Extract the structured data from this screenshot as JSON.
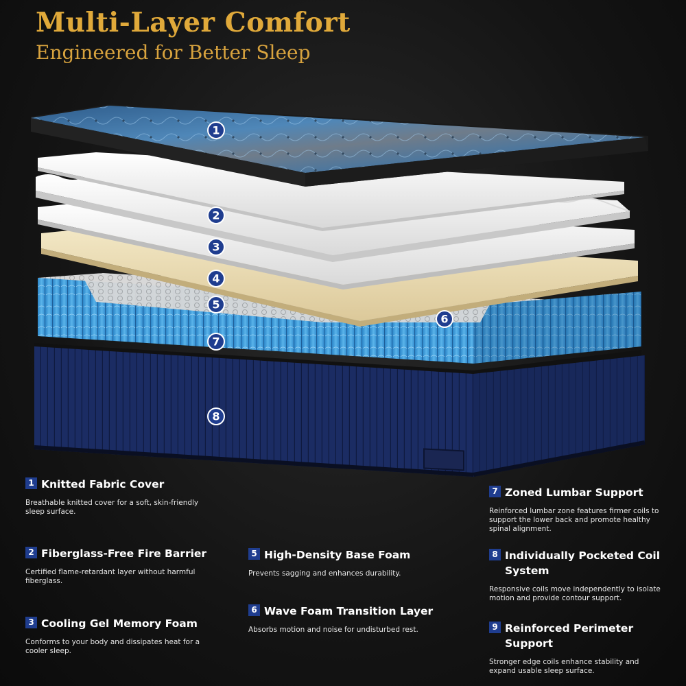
{
  "header": {
    "title": "Multi-Layer Comfort",
    "subtitle": "Engineered for Better Sleep"
  },
  "diagram": {
    "badges": [
      "1",
      "2",
      "3",
      "4",
      "5",
      "6",
      "7",
      "8"
    ],
    "colors": {
      "badge": "#1f3d8f",
      "coil": "#4aa3df",
      "base": "#1b2c63",
      "latex": "#eadcb5",
      "cover": "#3f6e9a"
    }
  },
  "features": [
    {
      "num": "1",
      "title": "Knitted Fabric Cover",
      "desc": "Breathable knitted cover for a soft, skin-friendly sleep surface."
    },
    {
      "num": "2",
      "title": "Fiberglass-Free Fire Barrier",
      "desc": "Certified flame-retardant layer without harmful fiberglass."
    },
    {
      "num": "3",
      "title": "Cooling Gel Memory Foam",
      "desc": "Conforms to your body and dissipates heat for a cooler sleep."
    },
    {
      "num": "5",
      "title": "High-Density Base Foam",
      "desc": "Prevents sagging and enhances durability."
    },
    {
      "num": "6",
      "title": "Wave Foam Transition Layer",
      "desc": "Absorbs motion and noise for undisturbed rest."
    },
    {
      "num": "7",
      "title": "Zoned Lumbar Support",
      "desc": "Reinforced lumbar zone features firmer coils to support the lower back and promote healthy spinal alignment."
    },
    {
      "num": "8",
      "title": "Individually Pocketed Coil System",
      "desc": "Responsive coils move independently to isolate motion and provide contour support."
    },
    {
      "num": "9",
      "title": "Reinforced Perimeter Support",
      "desc": "Stronger edge coils enhance stability and expand usable sleep surface."
    }
  ]
}
